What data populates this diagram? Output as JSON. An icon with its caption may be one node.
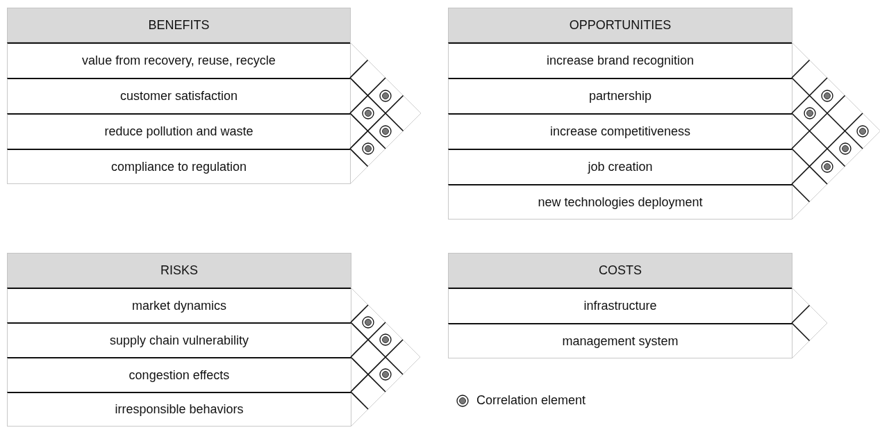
{
  "diagram": {
    "nodes": [
      {
        "text": [
          "BENEFITS"
        ]
      },
      {
        "text": [
          "value from recovery, reuse, recycle"
        ],
        "in": 0
      },
      {
        "text": [
          "customer satisfaction"
        ],
        "in": 0
      },
      {
        "text": [
          "reduce pollution and waste"
        ],
        "in": 0
      },
      {
        "text": [
          "compliance to regulation"
        ],
        "in": 0
      },
      {
        "text": [],
        "shape": "circle",
        "in": 0
      },
      {
        "text": [],
        "shape": "circle",
        "in": 0
      },
      {
        "text": [],
        "shape": "circle",
        "in": 0
      },
      {
        "text": [],
        "shape": "circle",
        "in": 0
      },
      {
        "text": [
          "OPPORTUNITIES"
        ]
      },
      {
        "text": [
          "increase brand recognition"
        ],
        "in": 9
      },
      {
        "text": [
          "partnership"
        ],
        "in": 9
      },
      {
        "text": [
          "increase competitiveness"
        ],
        "in": 9
      },
      {
        "text": [
          "job creation"
        ],
        "in": 9
      },
      {
        "text": [
          "new technologies deployment"
        ],
        "in": 9
      },
      {
        "text": [],
        "shape": "circle",
        "in": 9
      },
      {
        "text": [],
        "shape": "circle",
        "in": 9
      },
      {
        "text": [],
        "shape": "circle",
        "in": 9
      },
      {
        "text": [],
        "shape": "circle",
        "in": 9
      },
      {
        "text": [],
        "shape": "circle",
        "in": 9
      },
      {
        "text": [
          "RISKS"
        ]
      },
      {
        "text": [
          "market dynamics"
        ],
        "in": 20
      },
      {
        "text": [
          "supply chain vulnerability"
        ],
        "in": 20
      },
      {
        "text": [
          "congestion effects"
        ],
        "in": 20
      },
      {
        "text": [
          "irresponsible behaviors"
        ],
        "in": 20
      },
      {
        "text": [],
        "shape": "circle",
        "in": 20
      },
      {
        "text": [],
        "shape": "circle",
        "in": 20
      },
      {
        "text": [],
        "shape": "circle",
        "in": 20
      },
      {
        "text": [
          "COSTS"
        ]
      },
      {
        "text": [
          "infrastructure"
        ],
        "in": 28
      },
      {
        "text": [
          "management system"
        ],
        "in": 28
      }
    ],
    "legend": [
      {
        "text": "Correlation element"
      }
    ]
  }
}
